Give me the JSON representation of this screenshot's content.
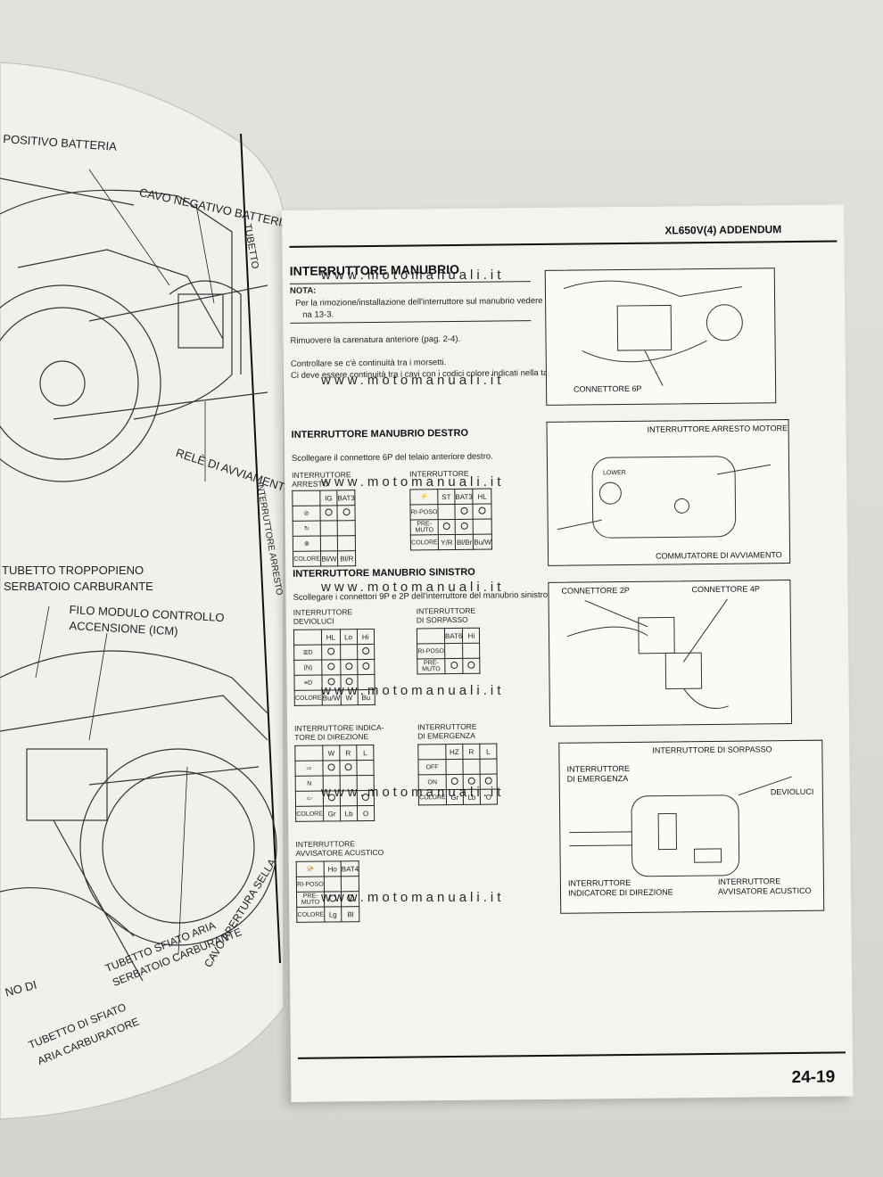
{
  "left_page": {
    "labels": [
      {
        "id": "positivo",
        "text": "POSITIVO BATTERIA"
      },
      {
        "id": "negativo",
        "text": "CAVO NEGATIVO BATTERIA"
      },
      {
        "id": "tubetto_top",
        "text": "TUBETTO"
      },
      {
        "id": "rele",
        "text": "RELÈ DI AVVIAMENTO"
      },
      {
        "id": "arresto",
        "text": "INTERRUTTORE ARRESTO"
      },
      {
        "id": "troppopieno1",
        "text": "TUBETTO TROPPOPIENO"
      },
      {
        "id": "troppopieno2",
        "text": "SERBATOIO CARBURANTE"
      },
      {
        "id": "icm1",
        "text": "FILO MODULO CONTROLLO"
      },
      {
        "id": "icm2",
        "text": "ACCENSIONE (ICM)"
      },
      {
        "id": "sfiato1",
        "text": "TUBETTO SFIATO ARIA"
      },
      {
        "id": "sfiato2",
        "text": "SERBATOIO CARBURANTE"
      },
      {
        "id": "sella",
        "text": "CAVO APERTURA SELLA"
      },
      {
        "id": "carb1",
        "text": "TUBETTO DI SFIATO"
      },
      {
        "id": "carb2",
        "text": "ARIA CARBURATORE"
      },
      {
        "id": "no_di",
        "text": "NO DI"
      }
    ]
  },
  "right_page": {
    "header": "XL650V(4) ADDENDUM",
    "section_title": "INTERRUTTORE MANUBRIO",
    "nota_label": "NOTA:",
    "nota_line1": "Per la rimozione/installazione dell'interruttore sul manubrio vedere a pagi-",
    "nota_line2": "na 13-3.",
    "text1": "Rimuovere la carenatura anteriore (pag. 2-4).",
    "text2": "Controllare se c'è continuità tra i morsetti.",
    "text3": "Ci deve essere continuità tra i cavi con i codici colore indicati nella tabella.",
    "destro_title": "INTERRUTTORE MANUBRIO DESTRO",
    "destro_text": "Scollegare il connettore 6P del telaio anteriore destro.",
    "sinistro_title": "INTERRUTTORE MANUBRIO SINISTRO",
    "sinistro_text": "Scollegare i connettori 9P e 2P dell'interruttore del manubrio sinistro.",
    "page_number": "24-19",
    "watermark": "www.motomanuali.it",
    "tables": {
      "arresto": {
        "title1": "INTERRUTTORE",
        "title2": "ARRESTO",
        "cols": [
          "IG",
          "BAT3"
        ],
        "colore": [
          "Bl/W",
          "Bl/R"
        ]
      },
      "avviamento": {
        "title1": "INTERRUTTORE",
        "title2": "",
        "cols": [
          "ST",
          "BAT3",
          "HL"
        ],
        "rows": [
          "RI-POSO",
          "PRE-MUTO"
        ],
        "colore": [
          "Y/R",
          "Bl/Br",
          "Bu/W"
        ]
      },
      "devioluci": {
        "title1": "INTERRUTTORE",
        "title2": "DEVIOLUCI",
        "cols": [
          "HL",
          "Lo",
          "Hi"
        ],
        "rows": [
          "(N)"
        ],
        "colore": [
          "Bu/W",
          "W",
          "Bu"
        ]
      },
      "sorpasso": {
        "title1": "INTERRUTTORE",
        "title2": "DI SORPASSO",
        "cols": [
          "BAT6",
          "Hi"
        ],
        "rows": [
          "RI-POSO",
          "PRE-MUTO"
        ]
      },
      "direzione": {
        "title1": "INTERRUTTORE INDICA-",
        "title2": "TORE DI DIREZIONE",
        "cols": [
          "W",
          "R",
          "L"
        ],
        "rows": [
          "N"
        ],
        "colore": [
          "Gr",
          "Lb",
          "O"
        ]
      },
      "emergenza": {
        "title1": "INTERRUTTORE",
        "title2": "DI EMERGENZA",
        "cols": [
          "HZ",
          "R",
          "L"
        ],
        "rows": [
          "OFF",
          "ON"
        ],
        "colore": [
          "Gr",
          "Lb",
          "O"
        ]
      },
      "acustico": {
        "title1": "INTERRUTTORE",
        "title2": "AVVISATORE ACUSTICO",
        "cols": [
          "Ho",
          "BAT4"
        ],
        "rows": [
          "RI-POSO",
          "PRE-MUTO"
        ],
        "colore": [
          "Lg",
          "Bl"
        ]
      }
    },
    "colore_label": "COLORE",
    "figures": {
      "fig1": {
        "label": "CONNETTORE 6P"
      },
      "fig2": {
        "label1": "INTERRUTTORE ARRESTO MOTORE",
        "label2": "COMMUTATORE DI AVVIAMENTO",
        "label3": "LOWER"
      },
      "fig3": {
        "label1": "CONNETTORE 2P",
        "label2": "CONNETTORE 4P"
      },
      "fig4": {
        "label1": "INTERRUTTORE DI SORPASSO",
        "label2": "INTERRUTTORE",
        "label3": "DI EMERGENZA",
        "label4": "DEVIOLUCI",
        "label5": "INTERRUTTORE",
        "label6": "INDICATORE DI DIREZIONE",
        "label7": "INTERRUTTORE",
        "label8": "AVVISATORE ACUSTICO"
      }
    }
  }
}
